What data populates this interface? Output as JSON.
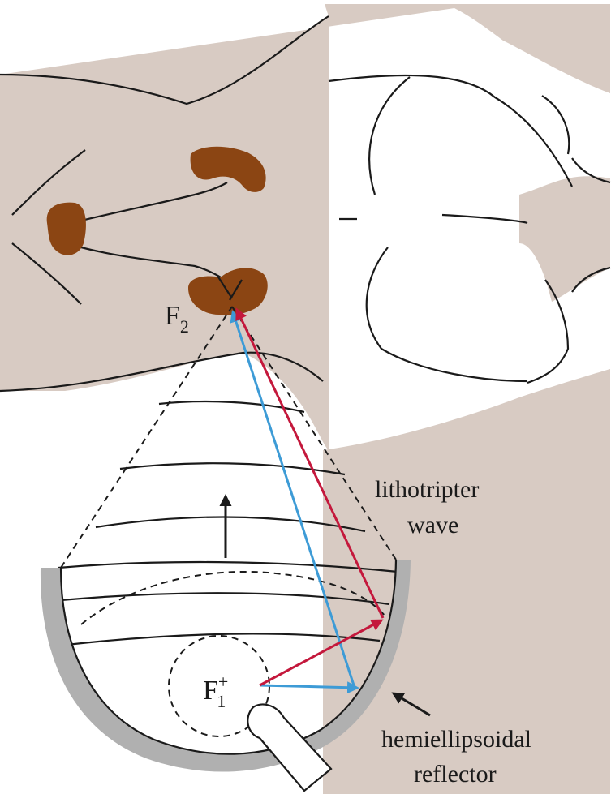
{
  "labels": {
    "f2": {
      "main": "F",
      "sub": "2"
    },
    "f1": {
      "main": "F",
      "sub": "1",
      "sup": "+"
    },
    "wave": [
      "lithotripter",
      "wave"
    ],
    "reflector": [
      "hemiellipsoidal",
      "reflector"
    ]
  },
  "colors": {
    "body": "#d8cbc3",
    "organ": "#8b4513",
    "reflector": "#b0b0b0",
    "ray_blue": "#3d9bd6",
    "ray_red": "#c4183c",
    "line": "#1a1a1a"
  }
}
